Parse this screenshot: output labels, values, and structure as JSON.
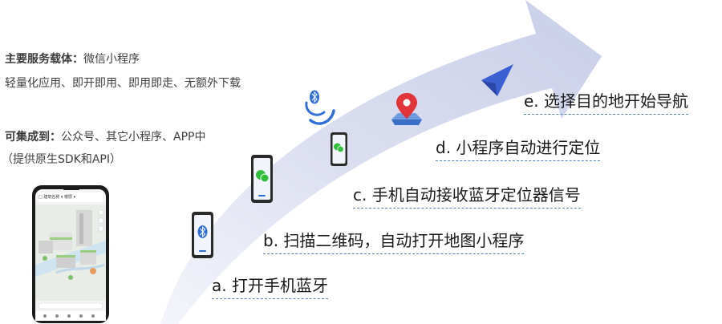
{
  "info": {
    "service_label": "主要服务载体：",
    "service_value": "微信小程序",
    "service_desc": "轻量化应用、即开即用、即用即走、无额外下载",
    "integrate_label": "可集成到：",
    "integrate_value": "公众号、其它小程序、APP中",
    "integrate_note": "（提供原生SDK和API）"
  },
  "steps": [
    {
      "id": "a",
      "label": "a. 打开手机蓝牙"
    },
    {
      "id": "b",
      "label": "b. 扫描二维码，自动打开地图小程序"
    },
    {
      "id": "c",
      "label": "c. 手机自动接收蓝牙定位器信号"
    },
    {
      "id": "d",
      "label": "d. 小程序自动进行定位"
    },
    {
      "id": "e",
      "label": "e. 选择目的地开始导航"
    }
  ],
  "phone_screen": {
    "header_text": "□ 建筑名称 ▾  楼层 ▾"
  },
  "colors": {
    "arrow_light": "#eef0fa",
    "arrow_mid": "#cfd4ec",
    "accent_blue": "#2f6fd6",
    "wechat_green": "#2fbf3a",
    "pin_red": "#e0333a",
    "nav_blue": "#3a5fd0"
  }
}
